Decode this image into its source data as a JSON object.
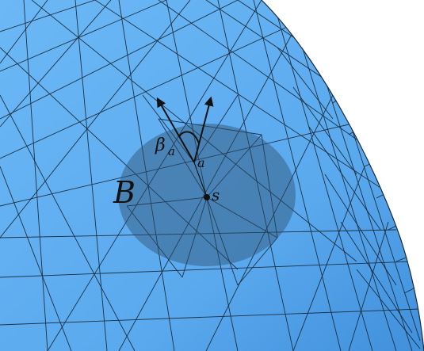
{
  "figure": {
    "labels": {
      "region": "B",
      "angle_symbol": "β",
      "angle_subscript": "a",
      "edge_label": "a",
      "point_label": "s"
    },
    "colors": {
      "surface": "#5aa9ee",
      "surface_light": "#6cb8f6",
      "surface_shadow": "#3f8fdb",
      "mesh_lines": "#1a2a3a",
      "disk_overlay": "#2f4f6f",
      "arrows": "#111111",
      "background": "#ffffff"
    }
  }
}
